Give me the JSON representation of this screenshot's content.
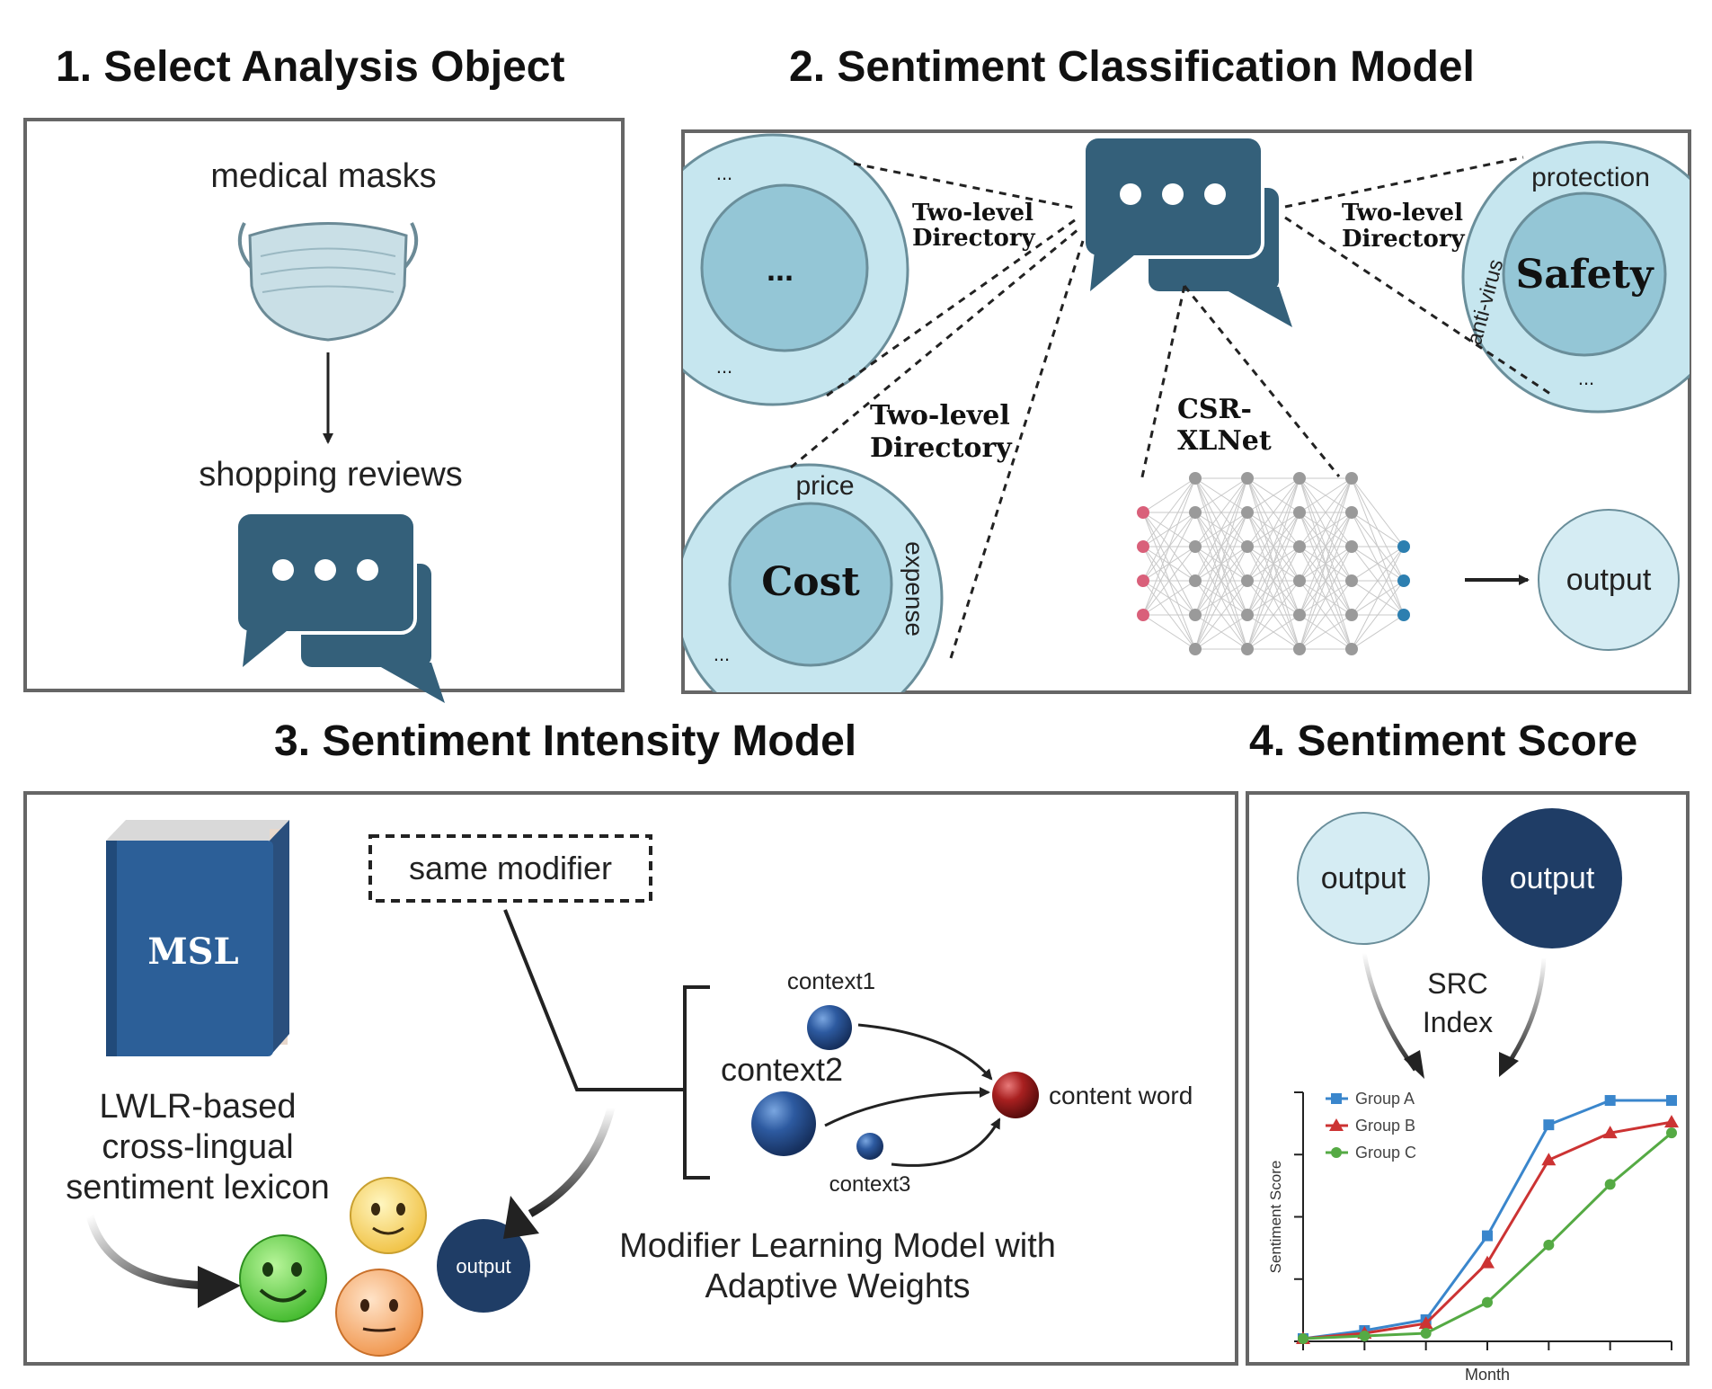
{
  "titles": {
    "p1": "1.  Select Analysis Object",
    "p2": "2. Sentiment Classification Model",
    "p3": "3. Sentiment Intensity Model",
    "p4": "4. Sentiment Score"
  },
  "panel1": {
    "top_label": "medical masks",
    "bottom_label": "shopping reviews"
  },
  "panel2": {
    "dir_label_line1": "Two-level",
    "dir_label_line2": "Directory",
    "ellipsis": "...",
    "cost_core": "Cost",
    "cost_top": "price",
    "cost_side": "expense",
    "safety_core": "Safety",
    "safety_top": "protection",
    "safety_side": "anti-virus",
    "model_line1": "CSR-",
    "model_line2": "XLNet",
    "output": "output"
  },
  "panel3": {
    "book_label": "MSL",
    "lexicon_line1": "LWLR-based",
    "lexicon_line2": "cross-lingual",
    "lexicon_line3": "sentiment lexicon",
    "modifier_box": "same modifier",
    "context1": "context1",
    "context2": "context2",
    "context3": "context3",
    "content_word": "content word",
    "model_line1": "Modifier Learning Model with",
    "model_line2": "Adaptive Weights",
    "output": "output"
  },
  "panel4": {
    "output_light": "output",
    "output_dark": "output",
    "src_line1": "SRC",
    "src_line2": "Index"
  },
  "colors": {
    "icon_dark": "#34607a",
    "light_circle": "#c6e6ef",
    "core_circle": "#94c6d6",
    "navy": "#1f3d66",
    "group_a": "#3a86cc",
    "group_b": "#cc3333",
    "group_c": "#55aa44"
  },
  "chart_data": {
    "type": "line",
    "title": "",
    "xlabel": "Month",
    "ylabel": "Sentiment Score",
    "x": [
      1,
      2,
      3,
      4,
      5,
      6,
      7
    ],
    "ylim": [
      0,
      4.6
    ],
    "legend_position": "top-left",
    "grid": false,
    "series": [
      {
        "name": "Group A",
        "marker": "square",
        "color": "#3a86cc",
        "values": [
          0.05,
          0.2,
          0.4,
          1.95,
          4.0,
          4.45,
          4.45
        ]
      },
      {
        "name": "Group B",
        "marker": "triangle",
        "color": "#cc3333",
        "values": [
          0.05,
          0.15,
          0.33,
          1.45,
          3.35,
          3.85,
          4.05
        ]
      },
      {
        "name": "Group C",
        "marker": "circle",
        "color": "#55aa44",
        "values": [
          0.05,
          0.1,
          0.15,
          0.72,
          1.78,
          2.9,
          3.85
        ]
      }
    ]
  }
}
